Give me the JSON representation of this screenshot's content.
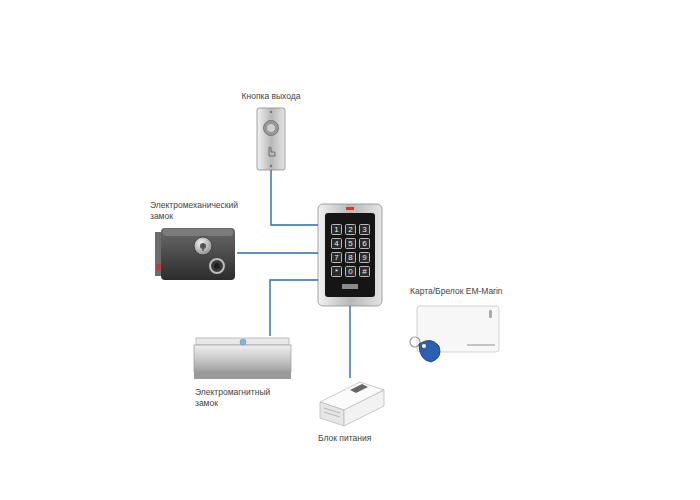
{
  "diagram": {
    "nodes": [
      {
        "text": [
          "Кнопка выхода"
        ]
      },
      {
        "text": [
          "Электромеханический замок"
        ]
      },
      {
        "text": [
          "1",
          "2",
          "3",
          "4",
          "5",
          "6",
          "7",
          "8",
          "9",
          "*",
          "0",
          "#"
        ]
      },
      {
        "text": [
          "Карта/Брелок EM-Marin"
        ]
      },
      {
        "text": [
          "Электромагнитный замок"
        ]
      },
      {
        "text": [
          "Блок питания"
        ]
      }
    ],
    "edges": [
      {
        "from": 0,
        "to": 2,
        "arrow": "none"
      },
      {
        "from": 1,
        "to": 2,
        "arrow": "none"
      },
      {
        "from": 4,
        "to": 2,
        "arrow": "none"
      },
      {
        "from": 2,
        "to": 5,
        "arrow": "none"
      }
    ]
  }
}
